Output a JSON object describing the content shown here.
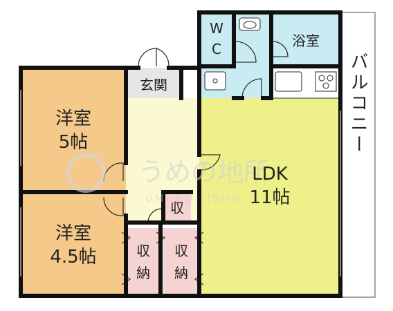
{
  "rooms": {
    "wc": {
      "label_line1": "W",
      "label_line2": "C"
    },
    "bath": {
      "label": "浴室"
    },
    "entrance": {
      "label": "玄関"
    },
    "western_room_1": {
      "label_line1": "洋室",
      "label_line2": "5帖"
    },
    "western_room_2": {
      "label_line1": "洋室",
      "label_line2": "4.5帖"
    },
    "ldk": {
      "label_line1": "LDK",
      "label_line2": "11帖"
    },
    "storage_small": {
      "label": "収"
    },
    "storage_1": {
      "label_line1": "収",
      "label_line2": "納"
    },
    "storage_2": {
      "label_line1": "収",
      "label_line2": "納"
    },
    "balcony": {
      "label": "バルコニー"
    }
  },
  "watermark": {
    "text": "うめの地所",
    "subtext": "UMENO JISHO"
  },
  "colors": {
    "wall": "#111111",
    "western_room": "#f5c98a",
    "ldk": "#eef08a",
    "corridor": "#fbf9d2",
    "wet_area": "#c9ecf3",
    "storage": "#f6d3d3",
    "entrance": "#e6e6e6",
    "balcony": "#ffffff"
  }
}
